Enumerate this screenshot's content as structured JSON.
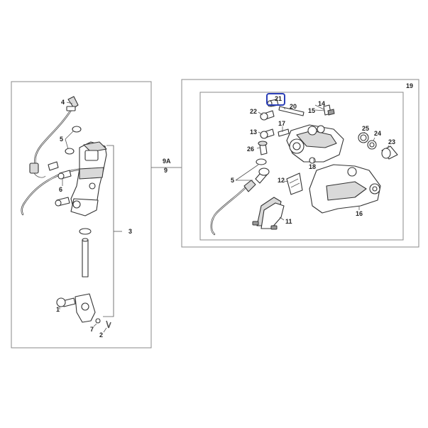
{
  "callouts": {
    "p1": "1",
    "p2": "2",
    "p3": "3",
    "p4": "4",
    "p5_left": "5",
    "p6": "6",
    "p7": "7",
    "p9a": "9A",
    "p9": "9",
    "p11": "11",
    "p12": "12",
    "p13": "13",
    "p14": "14",
    "p15": "15",
    "p16": "16",
    "p17": "17",
    "p18": "18",
    "p19": "19",
    "p20": "20",
    "p21": "21",
    "p22": "22",
    "p23": "23",
    "p24": "24",
    "p25": "25",
    "p26": "26",
    "p5_right": "5"
  },
  "highlight_color": "#2b3fb8"
}
